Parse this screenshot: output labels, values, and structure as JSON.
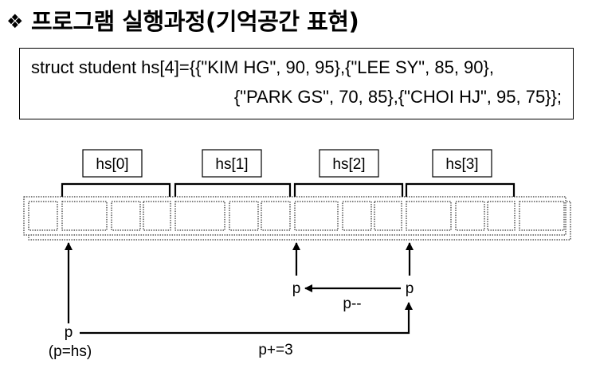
{
  "title": {
    "bullet": "❖",
    "text": "프로그램 실행과정(기억공간 표현)"
  },
  "code": {
    "line1": "struct student hs[4]={{\"KIM HG\", 90, 95},{\"LEE SY\", 85, 90},",
    "line2": "{\"PARK GS\", 70, 85},{\"CHOI HJ\", 95, 75}};"
  },
  "diagram": {
    "element_labels": [
      "hs[0]",
      "hs[1]",
      "hs[2]",
      "hs[3]"
    ],
    "pointer_label": "p",
    "pointer_init_label": "(p=hs)",
    "decrement_label": "p--",
    "increment_label": "p+=3"
  }
}
